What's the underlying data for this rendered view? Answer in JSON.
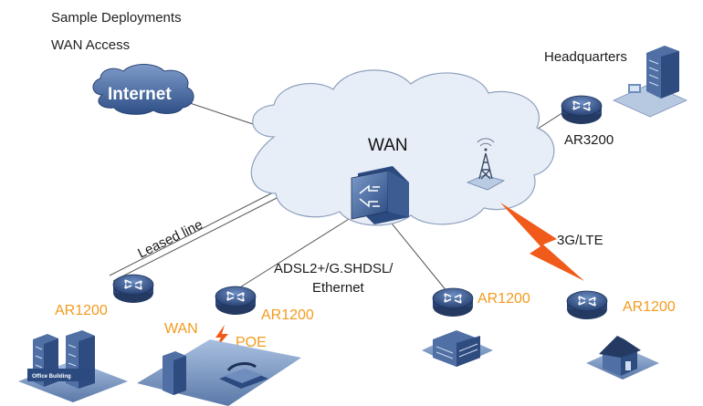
{
  "header": {
    "line1": "Sample Deployments",
    "line2": "WAN Access"
  },
  "nodes": {
    "internet": "Internet",
    "wan": "WAN",
    "headquarters": "Headquarters",
    "ar3200": "AR3200",
    "router_left": "AR1200",
    "router_mid": "AR1200",
    "router_center": "AR1200",
    "router_right": "AR1200",
    "office_building": "Office Building"
  },
  "links": {
    "leased_line": "Leased line",
    "adsl_line1": "ADSL2+/G.SHDSL/",
    "adsl_line2": "Ethernet",
    "lte": "3G/LTE",
    "wan_label": "WAN",
    "poe_label": "POE"
  },
  "colors": {
    "accent": "#f39a1e",
    "bolt": "#f05a1a",
    "router": "#3d5a8c",
    "cloud": "#e8eef7",
    "internet": "#3d5f96"
  }
}
